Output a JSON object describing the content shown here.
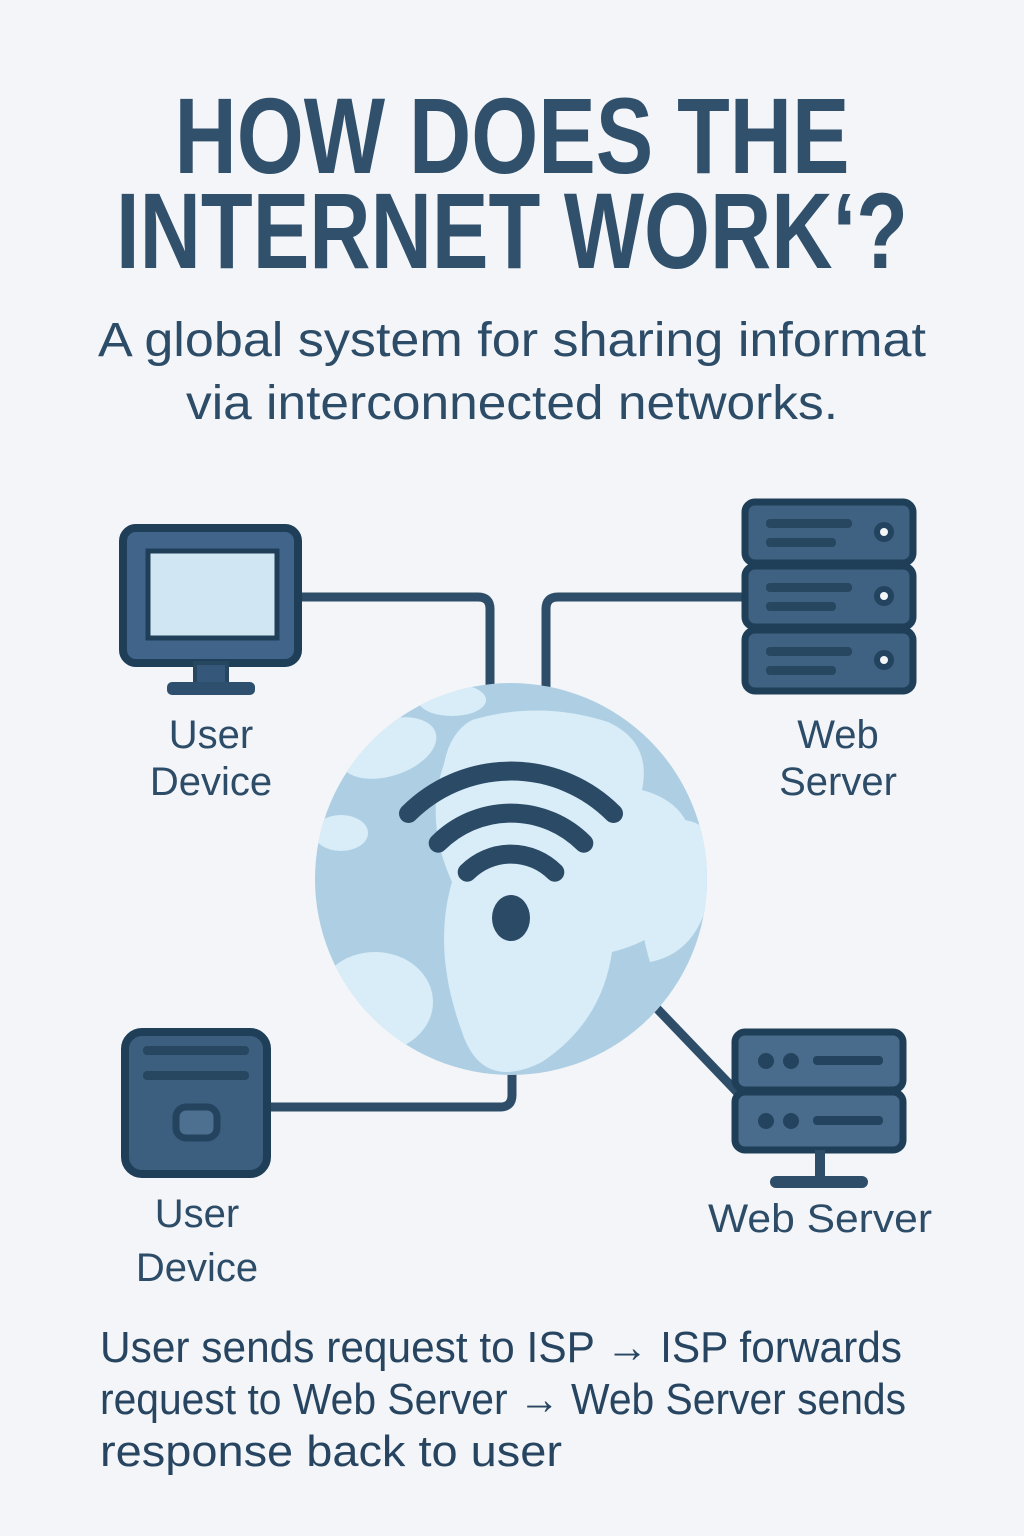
{
  "title": {
    "line1": "HOW DOES THE",
    "line2": "INTERNET WORK‘?"
  },
  "subtitle": {
    "line1": "A global system for sharing informat",
    "line2": "via interconnected networks."
  },
  "nodes": {
    "top_left": {
      "icon": "desktop-monitor-icon",
      "label_line1": "User",
      "label_line2": "Device"
    },
    "top_right": {
      "icon": "server-rack-icon",
      "label_line1": "Web",
      "label_line2": "Server"
    },
    "bottom_left": {
      "icon": "desktop-tower-icon",
      "label_line1": "User",
      "label_line2": "Device"
    },
    "bottom_right": {
      "icon": "server-stand-icon",
      "label": "Web Server"
    }
  },
  "center": {
    "icon": "globe-wifi-icon"
  },
  "flow_text": {
    "line1": "User sends request to ISP → ISP forwards",
    "line2": "request to Web Server → Web Server sends",
    "line3": "response back to user"
  },
  "colors": {
    "background": "#f3f5f8",
    "ink_navy": "#2c4a64",
    "title_navy": "#30506c",
    "icon_slate": "#41648a",
    "icon_outline": "#1f3e58",
    "icon_detail": "#27465f",
    "monitor_screen": "#d0e7f3",
    "globe_base": "#aecfe3",
    "globe_land_light": "#d8edf8",
    "wifi_dark": "#2b4a66",
    "connector": "#2e4d68"
  }
}
